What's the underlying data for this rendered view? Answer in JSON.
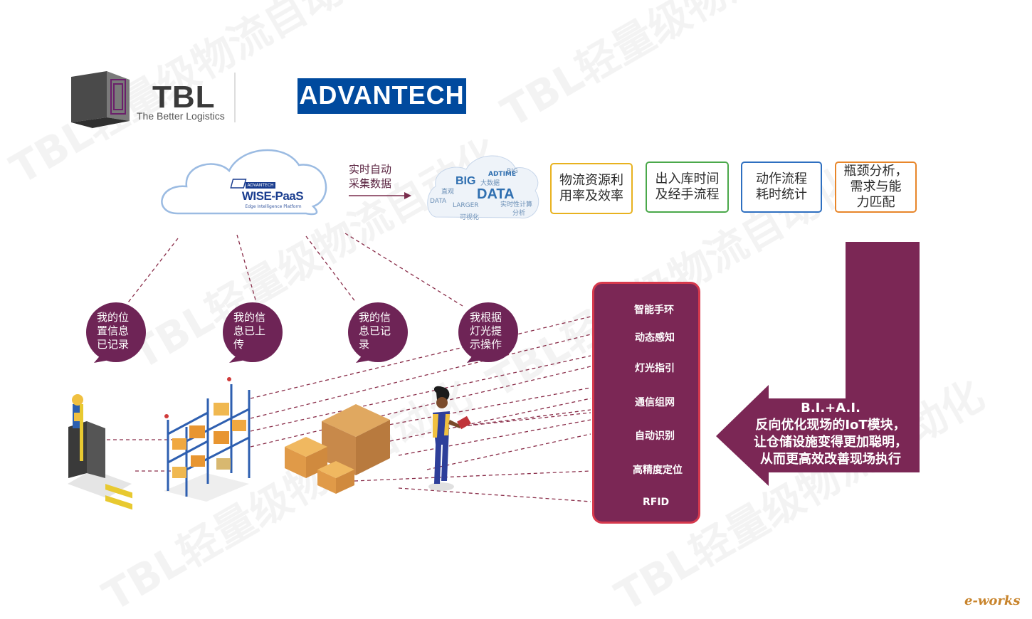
{
  "logos": {
    "tbl_name": "TBL",
    "tbl_tagline": "The Better Logistics",
    "advantech_name": "ADVANTECH",
    "cloud_brand": "ADVANTECH",
    "cloud_platform": "WISE-PaaS",
    "cloud_platform_sub": "Edge Intelligence Platform"
  },
  "flow": {
    "collect_label_line1": "实时自动",
    "collect_label_line2": "采集数据"
  },
  "bigdata": {
    "big": "BIG",
    "data": "DATA",
    "words": [
      "大数据",
      "ADTIME",
      "实时性计算",
      "可视化",
      "分析",
      "直观",
      "DATA",
      "BIG",
      "LARGER"
    ]
  },
  "kpis": [
    {
      "line1": "物流资源利",
      "line2": "用率及效率",
      "color": "#e8b21f"
    },
    {
      "line1": "出入库时间",
      "line2": "及经手流程",
      "color": "#4aa84a"
    },
    {
      "line1": "动作流程",
      "line2": "耗时统计",
      "color": "#2e6fc0"
    },
    {
      "line1": "瓶颈分析，",
      "line2": "需求与能",
      "line3": "力匹配",
      "color": "#e8862a"
    }
  ],
  "bubbles": [
    {
      "line1": "我的位",
      "line2": "置信息",
      "line3": "已记录"
    },
    {
      "line1": "我的信",
      "line2": "息已上",
      "line3": "传"
    },
    {
      "line1": "我的信",
      "line2": "息已记",
      "line3": "录"
    },
    {
      "line1": "我根据",
      "line2": "灯光提",
      "line3": "示操作"
    }
  ],
  "technologies": [
    {
      "label": "智能手环",
      "icon": "wristband-icon",
      "ring": "#3fa84f"
    },
    {
      "label": "动态感知",
      "icon": "motion-sensing-icon",
      "ring": "#2f6fc0"
    },
    {
      "label": "灯光指引",
      "icon": "light-guide-icon",
      "ring": "#e8b21f"
    },
    {
      "label": "通信组网",
      "icon": "network-icon",
      "ring": "#2f6fc0"
    },
    {
      "label": "自动识别",
      "icon": "auto-recognition-icon",
      "ring": "#e8862a"
    },
    {
      "label": "高精度定位",
      "icon": "location-pin-icon",
      "ring": "#3fa84f"
    },
    {
      "label": "RFID",
      "icon": "rfid-icon",
      "ring": "#3fa84f"
    }
  ],
  "feedback": {
    "line1": "B.I.+A.I.",
    "line2": "反向优化现场的IoT模块，",
    "line3": "让仓储设施变得更加聪明，",
    "line4": "从而更高效改善现场执行"
  },
  "watermark": "TBL轻量级物流自动化",
  "credit": "e-works",
  "colors": {
    "panel": "#7b2755",
    "panel_border": "#d6394d",
    "bubble": "#6e2456",
    "connector": "#8a2e4a"
  }
}
